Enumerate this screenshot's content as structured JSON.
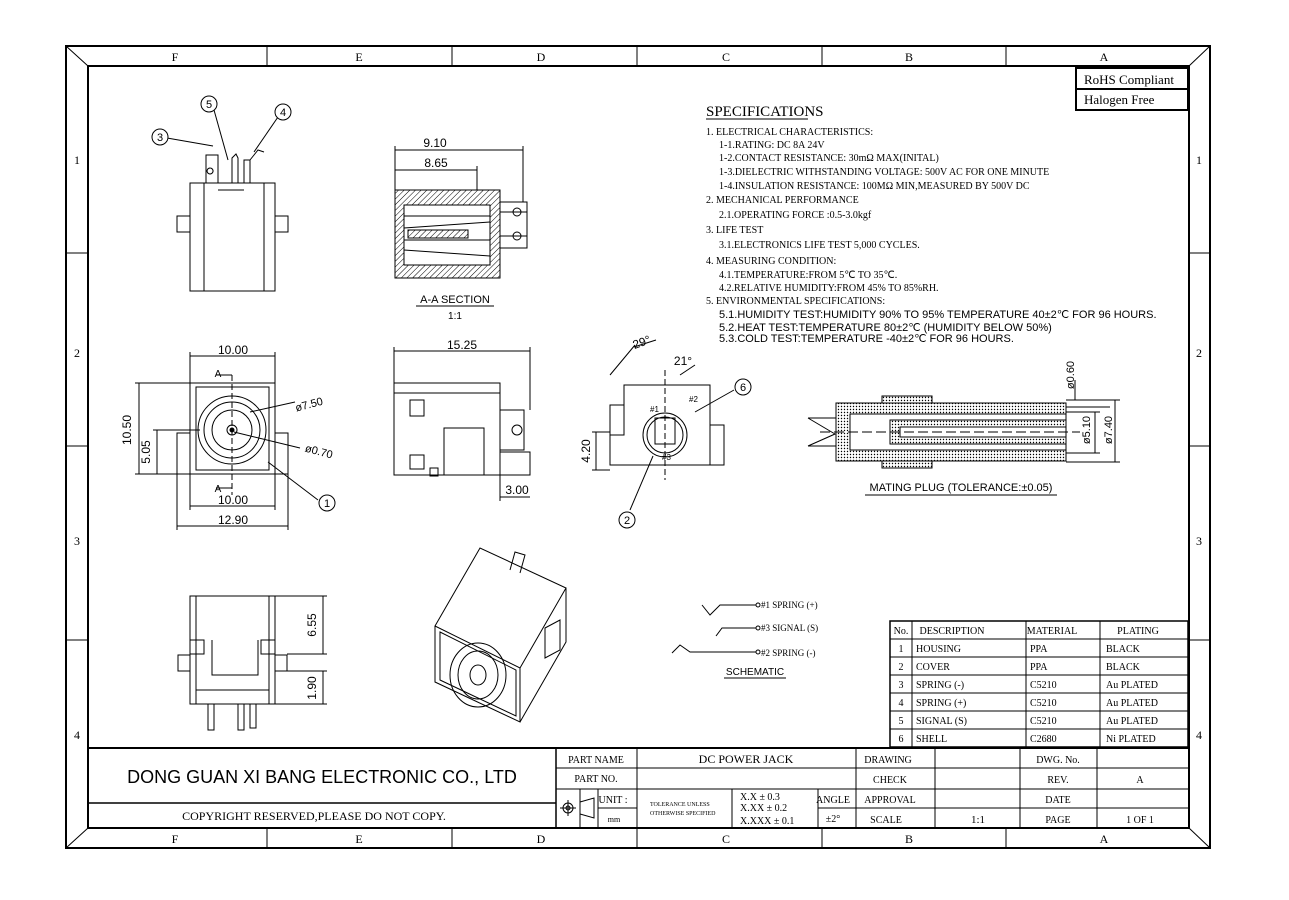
{
  "zones": [
    "F",
    "E",
    "D",
    "C",
    "B",
    "A"
  ],
  "rows": [
    "1",
    "2",
    "3",
    "4"
  ],
  "badges": {
    "rohs": "RoHS  Compliant",
    "halogen": "Halogen  Free"
  },
  "specifications": {
    "title": "SPECIFICATIONS",
    "lines": [
      "1. ELECTRICAL CHARACTERISTICS:",
      "1-1.RATING: DC 8A 24V",
      "1-2.CONTACT RESISTANCE: 30mΩ MAX(INITAL)",
      "1-3.DIELECTRIC WITHSTANDING VOLTAGE: 500V AC FOR ONE MINUTE",
      "1-4.INSULATION RESISTANCE: 100MΩ MIN,MEASURED BY 500V DC",
      "2. MECHANICAL PERFORMANCE",
      "2.1.OPERATING FORCE :0.5-3.0kgf",
      "3. LIFE TEST",
      "3.1.ELECTRONICS LIFE TEST 5,000 CYCLES.",
      "4. MEASURING CONDITION:",
      "4.1.TEMPERATURE:FROM 5℃ TO 35℃.",
      "4.2.RELATIVE HUMIDITY:FROM 45% TO 85%RH.",
      "5. ENVIRONMENTAL SPECIFICATIONS:",
      "5.1.HUMIDITY TEST:HUMIDITY 90% TO 95% TEMPERATURE 40±2℃ FOR 96 HOURS.",
      "5.2.HEAT TEST:TEMPERATURE 80±2℃ (HUMIDITY BELOW 50%)",
      "5.3.COLD TEST:TEMPERATURE -40±2℃ FOR 96 HOURS."
    ]
  },
  "dimensions": {
    "d910": "9.10",
    "d865": "8.65",
    "section": "A-A SECTION",
    "section_scale": "1:1",
    "w1000": "10.00",
    "w1000b": "10.00",
    "w1290": "12.90",
    "h1050": "10.50",
    "h505": "5.05",
    "dia750": "ø7.50",
    "dia070": "ø0.70",
    "a_top": "A",
    "a_bot": "A",
    "w1525": "15.25",
    "h300": "3.00",
    "ang29": "29°",
    "ang21": "21°",
    "h420": "4.20",
    "h655": "6.55",
    "h190": "1.90",
    "plug_060": "ø0.60",
    "plug_510": "ø5.10",
    "plug_740": "ø7.40",
    "plug_label": "MATING PLUG (TOLERANCE:±0.05)",
    "pin1": "#1",
    "pin2": "#2",
    "pin3": "#3"
  },
  "callouts": [
    "1",
    "2",
    "3",
    "4",
    "5",
    "6"
  ],
  "schematic": {
    "lines": [
      "#1 SPRING (+)",
      "#3 SIGNAL (S)",
      "#2 SPRING (-)"
    ],
    "label": "SCHEMATIC"
  },
  "bom": {
    "headers": [
      "No.",
      "DESCRIPTION",
      "MATERIAL",
      "PLATING"
    ],
    "rows": [
      [
        "1",
        "HOUSING",
        "PPA",
        "BLACK"
      ],
      [
        "2",
        "COVER",
        "PPA",
        "BLACK"
      ],
      [
        "3",
        "SPRING (-)",
        "C5210",
        "Au PLATED"
      ],
      [
        "4",
        "SPRING (+)",
        "C5210",
        "Au PLATED"
      ],
      [
        "5",
        "SIGNAL (S)",
        "C5210",
        "Au PLATED"
      ],
      [
        "6",
        "SHELL",
        "C2680",
        "Ni PLATED"
      ]
    ]
  },
  "title_block": {
    "company": "DONG GUAN XI BANG ELECTRONIC CO., LTD",
    "copyright": "COPYRIGHT RESERVED,PLEASE DO NOT COPY.",
    "part_name_label": "PART NAME",
    "part_name": "DC POWER JACK",
    "part_no_label": "PART NO.",
    "unit_label": "UNIT :",
    "unit": "mm",
    "tol_label_1": "TOLERANCE UNLESS",
    "tol_label_2": "OTHERWISE SPECIFIED",
    "tol_1": "X.X ± 0.3",
    "tol_2": "X.XX ± 0.2",
    "tol_3": "X.XXX ± 0.1",
    "angle_label": "ANGLE",
    "angle": "±2°",
    "drawing_label": "DRAWING",
    "check_label": "CHECK",
    "approval_label": "APPROVAL",
    "scale_label": "SCALE",
    "scale": "1:1",
    "dwg_label": "DWG. No.",
    "rev_label": "REV.",
    "rev": "A",
    "date_label": "DATE",
    "page_label": "PAGE",
    "page": "1 OF 1"
  }
}
